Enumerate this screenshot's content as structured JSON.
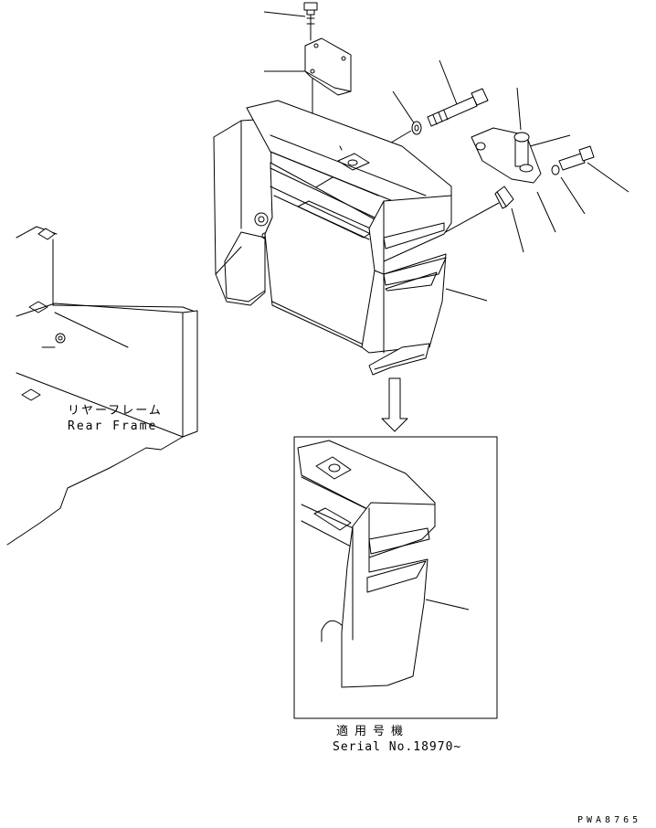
{
  "rear_frame": {
    "label_jp": "リヤーフレーム",
    "label_en": "Rear Frame"
  },
  "serial_note": {
    "label_jp": "適用号機",
    "label_en": "Serial No.18970~"
  },
  "drawing_code": "PWA8765"
}
